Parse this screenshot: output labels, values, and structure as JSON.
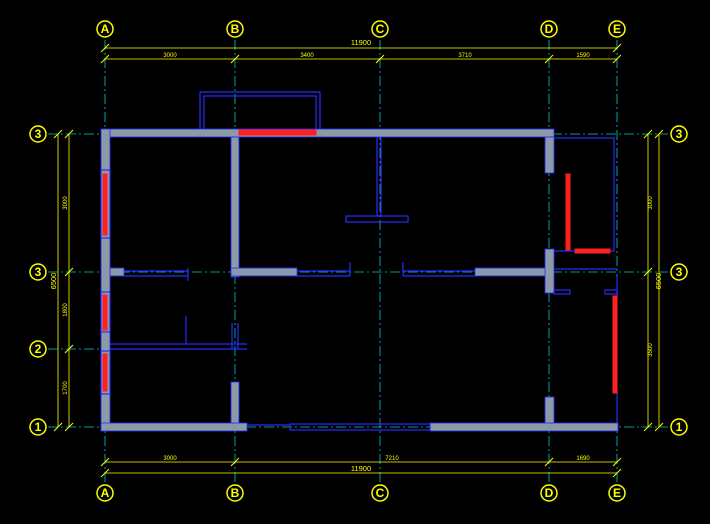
{
  "colors": {
    "background": "#000000",
    "axis": "#ffff00",
    "grid": "#00cccc",
    "wall": "#8c99a6",
    "outline": "#2a2aff",
    "window": "#ff2020"
  },
  "axes_top": [
    "A",
    "B",
    "C",
    "D",
    "E"
  ],
  "axes_bottom": [
    "A",
    "B",
    "C",
    "D",
    "E"
  ],
  "axes_left": [
    "3",
    "3",
    "2",
    "1"
  ],
  "axes_right": [
    "3",
    "3",
    "1"
  ],
  "dims": {
    "top_total": "11900",
    "top_segments": [
      "3000",
      "3400",
      "3710",
      "1590"
    ],
    "bottom_total": "11900",
    "bottom_segments": [
      "3000",
      "7210",
      "1690"
    ],
    "left_total": "6500",
    "left_segments": [
      "3000",
      "1800",
      "1700"
    ],
    "right_total": "6500",
    "right_segments": [
      "3000",
      "3500"
    ]
  }
}
